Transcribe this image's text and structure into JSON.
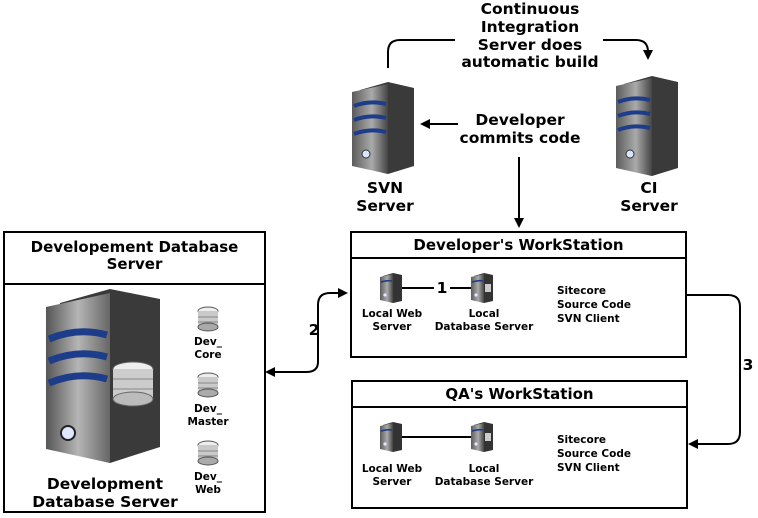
{
  "ci_note": [
    "Continuous",
    "Integration",
    "Server does",
    "automatic build"
  ],
  "commit_note": [
    "Developer",
    "commits code"
  ],
  "svn_server_label": [
    "SVN",
    "Server"
  ],
  "ci_server_label": [
    "CI",
    "Server"
  ],
  "db_panel": {
    "title": [
      "Developement Database",
      "Server"
    ],
    "server_label": [
      "Development",
      "Database Server"
    ],
    "databases": [
      {
        "label": [
          "Dev_",
          "Core"
        ]
      },
      {
        "label": [
          "Dev_",
          "Master"
        ]
      },
      {
        "label": [
          "Dev_",
          "Web"
        ]
      }
    ]
  },
  "dev_workstation": {
    "title": "Developer's  WorkStation",
    "web_server_label": [
      "Local Web",
      "Server"
    ],
    "db_server_label": [
      "Local",
      "Database Server"
    ],
    "link_number": "1",
    "software": [
      "Sitecore",
      "Source Code",
      "SVN Client"
    ]
  },
  "qa_workstation": {
    "title": "QA's  WorkStation",
    "web_server_label": [
      "Local Web",
      "Server"
    ],
    "db_server_label": [
      "Local",
      "Database Server"
    ],
    "software": [
      "Sitecore",
      "Source Code",
      "SVN Client"
    ]
  },
  "arrow_labels": {
    "db_link": "2",
    "qa_link": "3"
  }
}
